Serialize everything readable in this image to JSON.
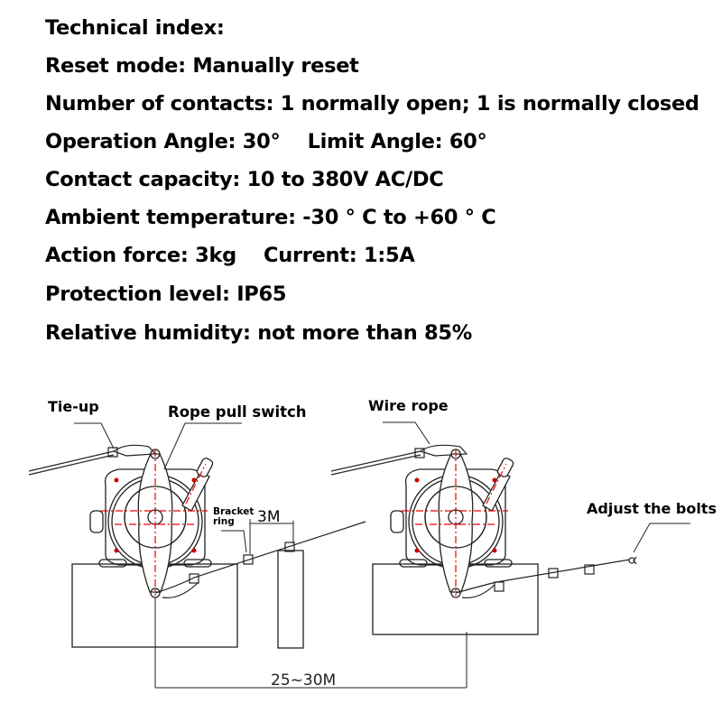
{
  "specs": [
    "Technical index:",
    "Reset mode: Manually reset",
    "Number of contacts: 1 normally open; 1 is normally closed",
    "Operation Angle: 30°    Limit Angle: 60°",
    "Contact capacity: 10 to 380V AC/DC",
    "Ambient temperature: -30 ° C to +60 ° C",
    "Action force: 3kg    Current: 1:5A",
    "Protection level: IP65",
    "Relative humidity: not more than 85%"
  ],
  "diagram": {
    "tie_up": "Tie-up",
    "rope_pull_switch": "Rope pull switch",
    "bracket_ring_1": "Bracket",
    "bracket_ring_2": "ring",
    "spacing": "3M",
    "distance": "25~30M",
    "wire_rope": "Wire rope",
    "adjust_bolts": "Adjust the bolts"
  }
}
